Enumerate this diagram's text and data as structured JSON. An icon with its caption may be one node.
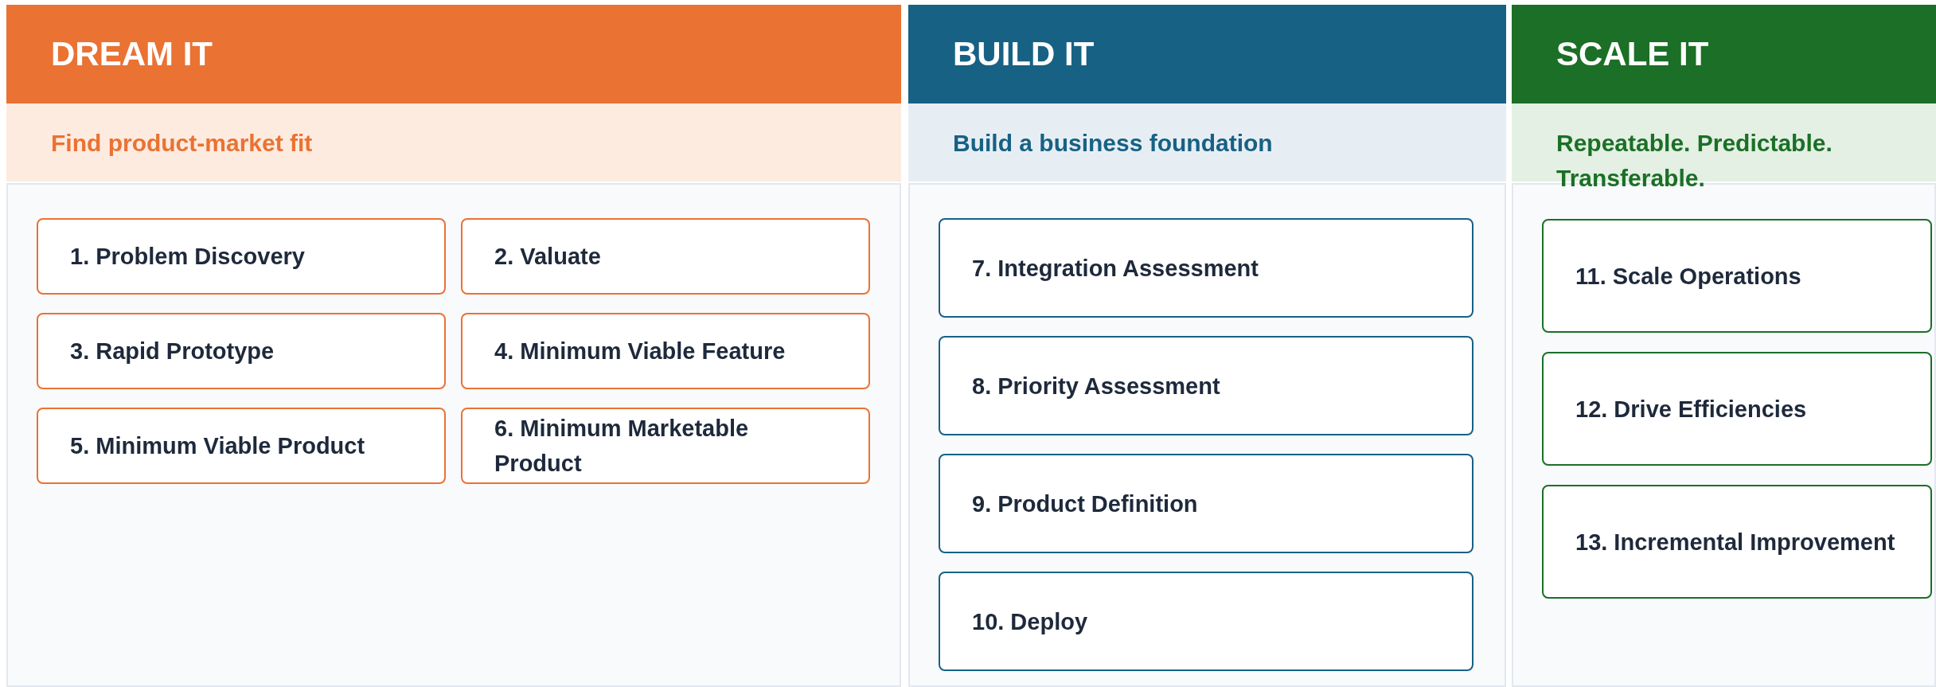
{
  "diagram": {
    "nodes": [
      {
        "text": [
          "DREAM IT",
          "Find product-market fit"
        ]
      },
      {
        "text": [
          "1. Problem Discovery"
        ],
        "in": 0
      },
      {
        "text": [
          "2. Valuate"
        ],
        "in": 0
      },
      {
        "text": [
          "3. Rapid Prototype"
        ],
        "in": 0
      },
      {
        "text": [
          "4. Minimum Viable Feature"
        ],
        "in": 0
      },
      {
        "text": [
          "5. Minimum Viable Product"
        ],
        "in": 0
      },
      {
        "text": [
          "6. Minimum Marketable Product"
        ],
        "in": 0
      },
      {
        "text": [
          "BUILD IT",
          "Build a business foundation"
        ]
      },
      {
        "text": [
          "7. Integration Assessment"
        ],
        "in": 7
      },
      {
        "text": [
          "8. Priority Assessment"
        ],
        "in": 7
      },
      {
        "text": [
          "9. Product Definition"
        ],
        "in": 7
      },
      {
        "text": [
          "10. Deploy"
        ],
        "in": 7
      },
      {
        "text": [
          "SCALE IT",
          "Repeatable. Predictable. Transferable."
        ]
      },
      {
        "text": [
          "11. Scale Operations"
        ],
        "in": 12
      },
      {
        "text": [
          "12. Drive Efficiencies"
        ],
        "in": 12
      },
      {
        "text": [
          "13. Incremental Improvement"
        ],
        "in": 12
      }
    ],
    "edges": []
  }
}
